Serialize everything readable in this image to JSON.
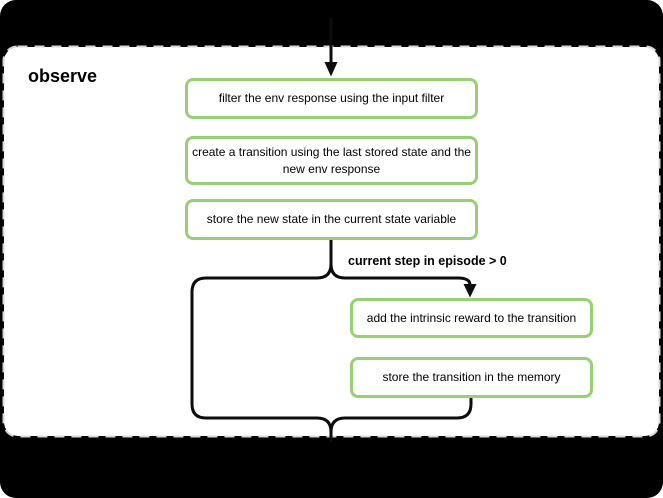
{
  "title": "observe",
  "flow": {
    "steps": [
      {
        "label": "filter the env response using the input filter"
      },
      {
        "label": "create a transition using the last stored state and the new env response"
      },
      {
        "label": "store the new state in the current state variable"
      }
    ],
    "branch": {
      "condition": "current step in episode > 0",
      "true_steps": [
        {
          "label": "add the intrinsic reward to the transition"
        },
        {
          "label": "store the transition in the memory"
        }
      ]
    }
  },
  "colors": {
    "background": "#000000",
    "panel_background": "#ffffff",
    "panel_border": "#d9d9d9",
    "node_border": "#97d077",
    "node_background": "#ffffff",
    "connector": "#0d0d0d",
    "text": "#000000"
  }
}
